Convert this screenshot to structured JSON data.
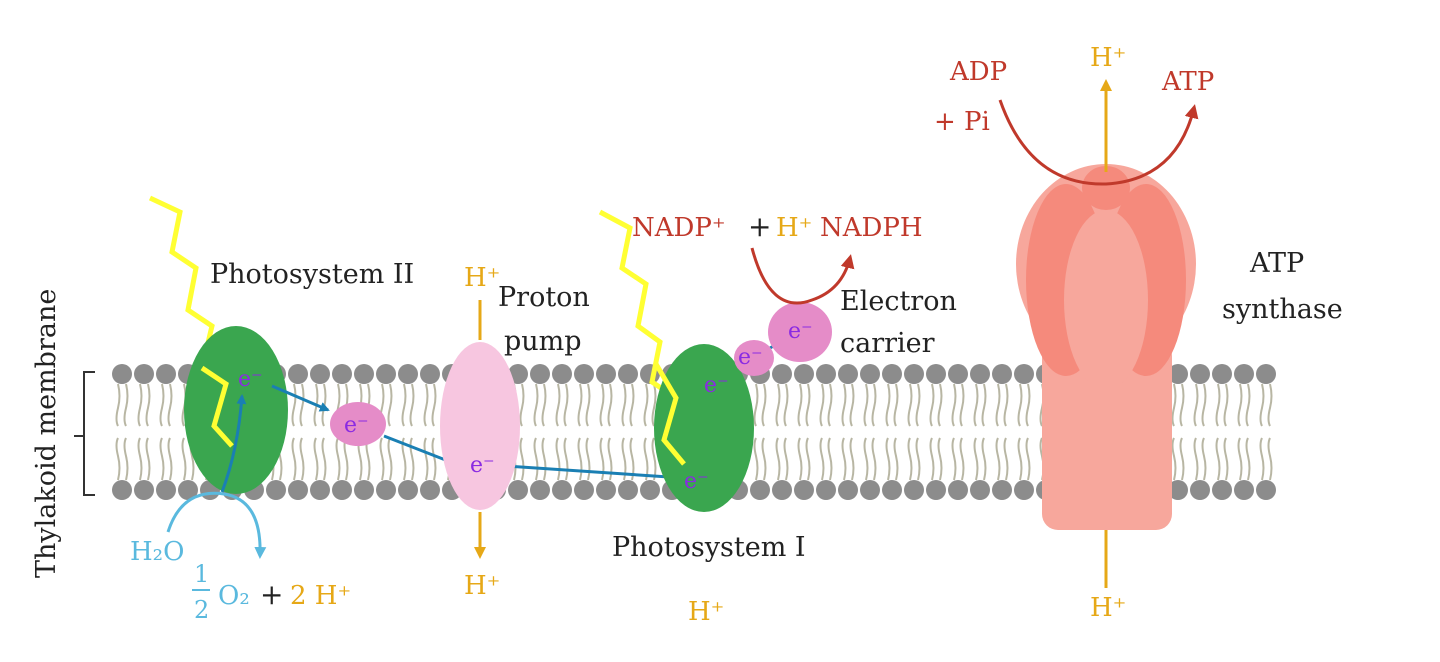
{
  "labels": {
    "membrane": "Thylakoid membrane",
    "photosystem_2": "Photosystem II",
    "proton_pump_1": "Proton",
    "proton_pump_2": "pump",
    "photosystem_1": "Photosystem I",
    "electron_carrier_1": "Electron",
    "electron_carrier_2": "carrier",
    "atp_synthase_1": "ATP",
    "atp_synthase_2": "synthase"
  },
  "chemistry": {
    "adp": "ADP",
    "pi": "+ Pi",
    "atp": "ATP",
    "nadp": "NADP⁺",
    "plus": "+",
    "h_plus": "H⁺",
    "nadph": "NADPH",
    "h2o": "H₂O",
    "half_num": "1",
    "half_den": "2",
    "o2": "O₂",
    "two_h": "2 H⁺",
    "electron": "e⁻"
  },
  "colors": {
    "photosystem": "#3aa64f",
    "proton_pump": "#f7c6e0",
    "carrier": "#e58cc8",
    "atp_synthase": "#f58a7c",
    "atp_synthase_light": "#f7a79c",
    "membrane_head": "#8c8c8c",
    "membrane_tail": "#b8b6a3",
    "light": "#ffff33",
    "electron_flow": "#1a7fb3",
    "water": "#5ab9de",
    "proton": "#e6a817",
    "reaction": "#c0392b"
  }
}
